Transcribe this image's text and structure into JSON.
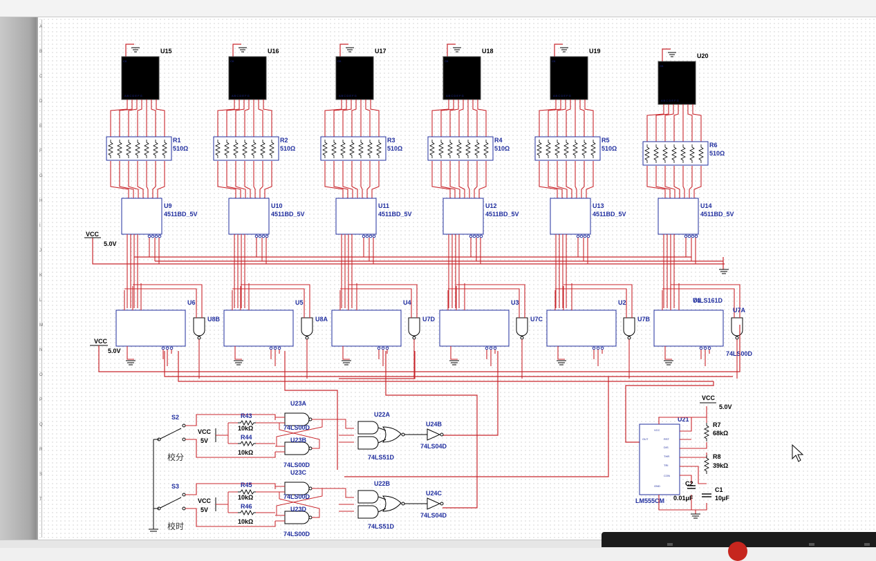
{
  "displays": [
    {
      "ref": "U15",
      "pins": "A B C D E F G",
      "ck": "CK"
    },
    {
      "ref": "U16",
      "pins": "A B C D E F G",
      "ck": "CK"
    },
    {
      "ref": "U17",
      "pins": "A B C D E F G",
      "ck": "CK"
    },
    {
      "ref": "U18",
      "pins": "A B C D E F G",
      "ck": "CK"
    },
    {
      "ref": "U19",
      "pins": "A B C D E F G",
      "ck": "CK"
    },
    {
      "ref": "U20",
      "pins": "A B C D E F G",
      "ck": "CK"
    }
  ],
  "resistor_packs": [
    {
      "ref": "R1",
      "value": "510Ω"
    },
    {
      "ref": "R2",
      "value": "510Ω"
    },
    {
      "ref": "R3",
      "value": "510Ω"
    },
    {
      "ref": "R4",
      "value": "510Ω"
    },
    {
      "ref": "R5",
      "value": "510Ω"
    },
    {
      "ref": "R6",
      "value": "510Ω"
    }
  ],
  "decoders": [
    {
      "ref": "U9",
      "part": "4511BD_5V"
    },
    {
      "ref": "U10",
      "part": "4511BD_5V"
    },
    {
      "ref": "U11",
      "part": "4511BD_5V"
    },
    {
      "ref": "U12",
      "part": "4511BD_5V"
    },
    {
      "ref": "U13",
      "part": "4511BD_5V"
    },
    {
      "ref": "U14",
      "part": "4511BD_5V"
    }
  ],
  "counters": [
    {
      "ref": "U6"
    },
    {
      "ref": "U5"
    },
    {
      "ref": "U4"
    },
    {
      "ref": "U3"
    },
    {
      "ref": "U2"
    },
    {
      "ref": "U1",
      "part": "74LS161D"
    }
  ],
  "nand_gates": [
    {
      "ref": "U8B"
    },
    {
      "ref": "U8A"
    },
    {
      "ref": "U7D"
    },
    {
      "ref": "U7C"
    },
    {
      "ref": "U7B"
    },
    {
      "ref": "U7A",
      "part": "74LS00D"
    }
  ],
  "power": [
    {
      "name": "VCC",
      "value": "5.0V"
    },
    {
      "name": "VCC",
      "value": "5.0V"
    },
    {
      "name": "VCC",
      "value": "5.0V"
    }
  ],
  "switch_section": {
    "switches": [
      {
        "ref": "S2",
        "vcc": "VCC",
        "volt": "5V",
        "caption": "校分"
      },
      {
        "ref": "S3",
        "vcc": "VCC",
        "volt": "5V",
        "caption": "校时"
      }
    ],
    "resistors": [
      {
        "ref": "R43",
        "value": "10kΩ"
      },
      {
        "ref": "R44",
        "value": "10kΩ"
      },
      {
        "ref": "R45",
        "value": "10kΩ"
      },
      {
        "ref": "R46",
        "value": "10kΩ"
      }
    ],
    "latch_gates": [
      {
        "ref": "U23A",
        "part": "74LS00D"
      },
      {
        "ref": "U23B",
        "part": "74LS00D"
      },
      {
        "ref": "U23C",
        "part": "74LS00D"
      },
      {
        "ref": "U23D",
        "part": "74LS00D"
      }
    ],
    "aoi_gates": [
      {
        "ref": "U22A",
        "part": "74LS51D"
      },
      {
        "ref": "U22B",
        "part": "74LS51D"
      }
    ],
    "inverters": [
      {
        "ref": "U24B",
        "part": "74LS04D"
      },
      {
        "ref": "U24C",
        "part": "74LS04D"
      }
    ]
  },
  "timer": {
    "ref": "U21",
    "part": "LM555CM",
    "pins": [
      "VCC",
      "RST",
      "DIS",
      "THR",
      "TRI",
      "CON",
      "OUT",
      "GND"
    ],
    "r7": {
      "ref": "R7",
      "value": "68kΩ"
    },
    "r8": {
      "ref": "R8",
      "value": "39kΩ"
    },
    "c1": {
      "ref": "C1",
      "value": "10μF"
    },
    "c2": {
      "ref": "C2",
      "value": "0.01μF"
    }
  },
  "ruler_rows": [
    "A",
    "B",
    "C",
    "D",
    "E",
    "F",
    "G",
    "H",
    "I",
    "J",
    "K",
    "L",
    "M",
    "N",
    "O",
    "P",
    "Q",
    "R",
    "S",
    "T"
  ]
}
